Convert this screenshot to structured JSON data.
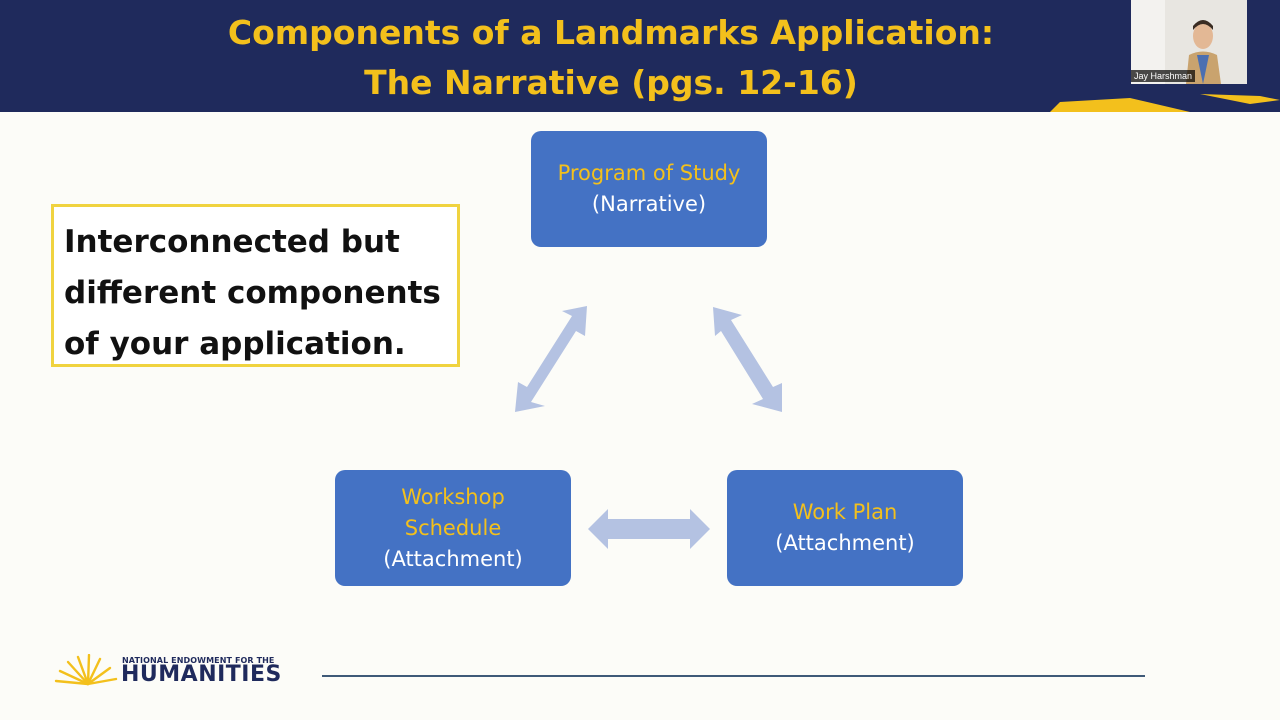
{
  "header": {
    "title_line1": "Components of a Landmarks Application:",
    "title_line2": "The Narrative (pgs. 12-16)"
  },
  "video": {
    "participant_name": "Jay Harshman"
  },
  "callout": {
    "line1": "Interconnected but",
    "line2": "different components",
    "line3": "of your application."
  },
  "diagram": {
    "top_box": {
      "title": "Program of Study",
      "subtitle": "(Narrative)"
    },
    "left_box": {
      "title_line1": "Workshop",
      "title_line2": "Schedule",
      "subtitle": "(Attachment)"
    },
    "right_box": {
      "title": "Work Plan",
      "subtitle": "(Attachment)"
    }
  },
  "logo": {
    "line1": "NATIONAL ENDOWMENT FOR THE",
    "line2": "HUMANITIES"
  },
  "colors": {
    "header_bg": "#1f2a5c",
    "title_gold": "#f3c01c",
    "box_blue": "#4472c4",
    "arrow": "#b4c2e2",
    "callout_border": "#f0d33f"
  }
}
